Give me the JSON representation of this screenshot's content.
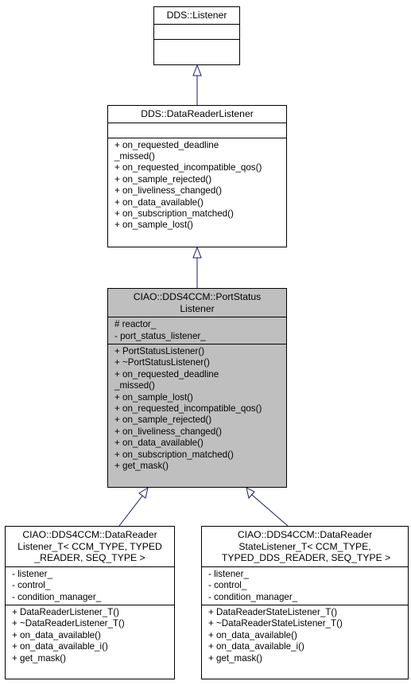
{
  "classes": {
    "listener": {
      "name": [
        "DDS::Listener"
      ],
      "attributes": [],
      "methods": []
    },
    "data_reader_listener": {
      "name": [
        "DDS::DataReaderListener"
      ],
      "attributes": [],
      "methods": [
        "+ on_requested_deadline",
        "_missed()",
        "+ on_requested_incompatible_qos()",
        "+ on_sample_rejected()",
        "+ on_liveliness_changed()",
        "+ on_data_available()",
        "+ on_subscription_matched()",
        "+ on_sample_lost()"
      ]
    },
    "port_status_listener": {
      "name": [
        "CIAO::DDS4CCM::PortStatus",
        "Listener"
      ],
      "attributes": [
        "# reactor_",
        "- port_status_listener_"
      ],
      "methods": [
        "+ PortStatusListener()",
        "+ ~PortStatusListener()",
        "+ on_requested_deadline",
        "_missed()",
        "+ on_sample_lost()",
        "+ on_requested_incompatible_qos()",
        "+ on_sample_rejected()",
        "+ on_liveliness_changed()",
        "+ on_data_available()",
        "+ on_subscription_matched()",
        "+ get_mask()"
      ]
    },
    "data_reader_listener_t": {
      "name": [
        "CIAO::DDS4CCM::DataReader",
        "Listener_T< CCM_TYPE, TYPED",
        "_READER, SEQ_TYPE >"
      ],
      "attributes": [
        "- listener_",
        "- control_",
        "- condition_manager_"
      ],
      "methods": [
        "+ DataReaderListener_T()",
        "+ ~DataReaderListener_T()",
        "+ on_data_available()",
        "+ on_data_available_i()",
        "+ get_mask()"
      ]
    },
    "data_reader_state_listener_t": {
      "name": [
        "CIAO::DDS4CCM::DataReader",
        "StateListener_T< CCM_TYPE,",
        " TYPED_DDS_READER, SEQ_TYPE >"
      ],
      "attributes": [
        "- listener_",
        "- control_",
        "- condition_manager_"
      ],
      "methods": [
        "+ DataReaderStateListener_T()",
        "+ ~DataReaderStateListener_T()",
        "+ on_data_available()",
        "+ on_data_available_i()",
        "+ get_mask()"
      ]
    }
  },
  "edge_color": "#191970",
  "highlight_color": "#bfbfbf"
}
